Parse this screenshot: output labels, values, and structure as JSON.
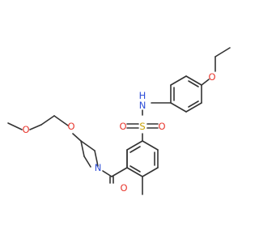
{
  "colors": {
    "bond": "#333333",
    "oxygen": "#e8362d",
    "nitrogen": "#2f4fd8",
    "sulfur": "#c8a000",
    "hydrogen": "#2f4fd8",
    "background": "#ffffff"
  },
  "atoms": {
    "o_ethoxy": "O",
    "n_sulfonamide": "N",
    "h_sulfonamide": "H",
    "s_sulfonyl": "S",
    "o_sulfonyl_left": "O",
    "o_sulfonyl_right": "O",
    "o_methoxy": "O",
    "o_ether": "O",
    "n_azetidine": "N",
    "o_carbonyl": "O"
  }
}
